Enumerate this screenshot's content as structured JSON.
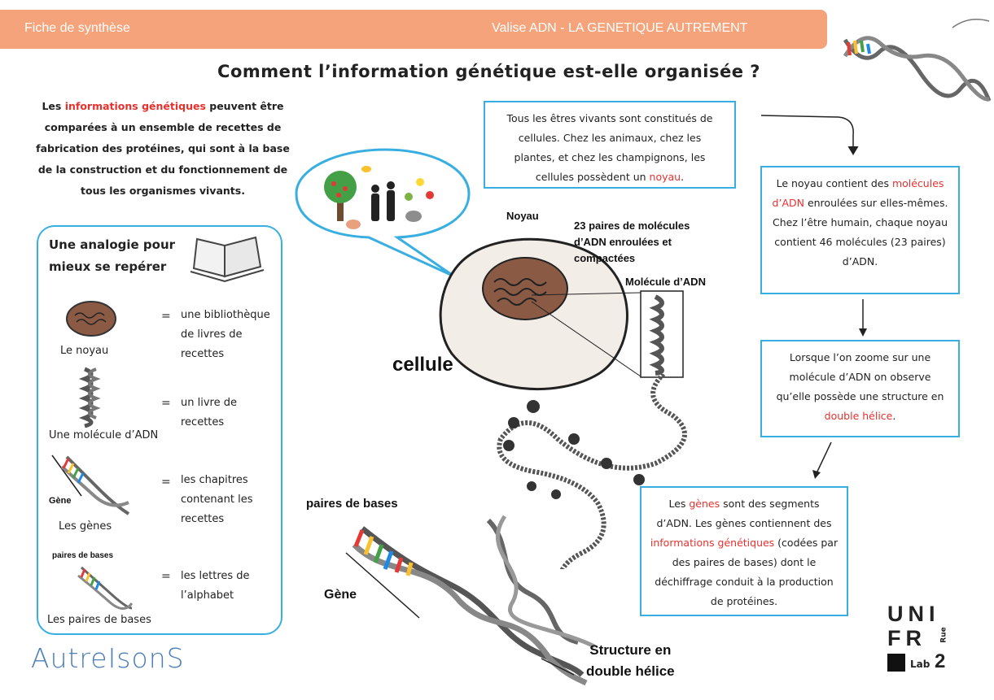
{
  "header": {
    "left": "Fiche de synthèse",
    "right": "Valise ADN - LA GENETIQUE AUTREMENT"
  },
  "title": "Comment l’information génétique est-elle organisée ?",
  "intro": {
    "p1": "Les ",
    "p2_red": "informations génétiques",
    "p3": " peuvent être comparées à un ensemble de recettes de fabrication des protéines, qui sont à la base de la construction et du fonctionnement de tous les organismes vivants."
  },
  "analogy": {
    "title_line1": "Une analogie pour",
    "title_line2": "mieux se repérer",
    "eq": "=",
    "rows": [
      {
        "label": "Le noyau",
        "desc1": "une bibliothèque",
        "desc2": "de livres de",
        "desc3": "recettes"
      },
      {
        "label": "Une molécule d’ADN",
        "desc1": "un livre de",
        "desc2": "recettes",
        "desc3": ""
      },
      {
        "label": "Les gènes",
        "sub": "Gène",
        "desc1": "les chapitres",
        "desc2": "contenant les",
        "desc3": "recettes"
      },
      {
        "label": "Les paires de bases",
        "sub": "paires de bases",
        "desc1": "les lettres de",
        "desc2": "l’alphabet",
        "desc3": ""
      }
    ]
  },
  "boxes": {
    "cells": {
      "t1": "Tous les êtres vivants sont constitués de cellules. Chez les animaux, chez les plantes, et chez les champignons, les cellules possèdent un ",
      "red": "noyau",
      "t2": "."
    },
    "noyau": {
      "t1": "Le noyau contient des ",
      "red": "molécules d’ADN",
      "t2": " enroulées sur elles-mêmes. Chez l’être humain, chaque noyau contient 46 molécules (23 paires) d’ADN."
    },
    "zoom": {
      "t1": "Lorsque l’on zoome sur une molécule d’ADN on observe qu’elle possède une structure en ",
      "red": "double hélice",
      "t2": "."
    },
    "genes": {
      "t1": "Les ",
      "red1": "gènes",
      "t2": " sont des segments d’ADN. Les gènes contiennent des ",
      "red2": "informations génétiques",
      "t3": " (codées par des paires de bases) dont le déchiffrage conduit à la production de protéines."
    }
  },
  "figure": {
    "noyau": "Noyau",
    "pairs_l1": "23 paires de molécules",
    "pairs_l2": "d’ADN enroulées et",
    "pairs_l3": "compactées",
    "molecule": "Molécule d’ADN",
    "cellule": "cellule",
    "paires_bases": "paires de bases",
    "gene": "Gène",
    "structure_l1": "Structure en",
    "structure_l2": "double hélice"
  },
  "logos": {
    "autre": "AutreIsonS",
    "unifr_l1": "UNI",
    "unifr_l2": "FR",
    "rue": "Rue",
    "lab": "Lab",
    "two": "2"
  },
  "colors": {
    "header": "#f4a37a",
    "accent": "#39aee0",
    "highlight": "#e8312f",
    "nucleus": "#8a5a44"
  }
}
